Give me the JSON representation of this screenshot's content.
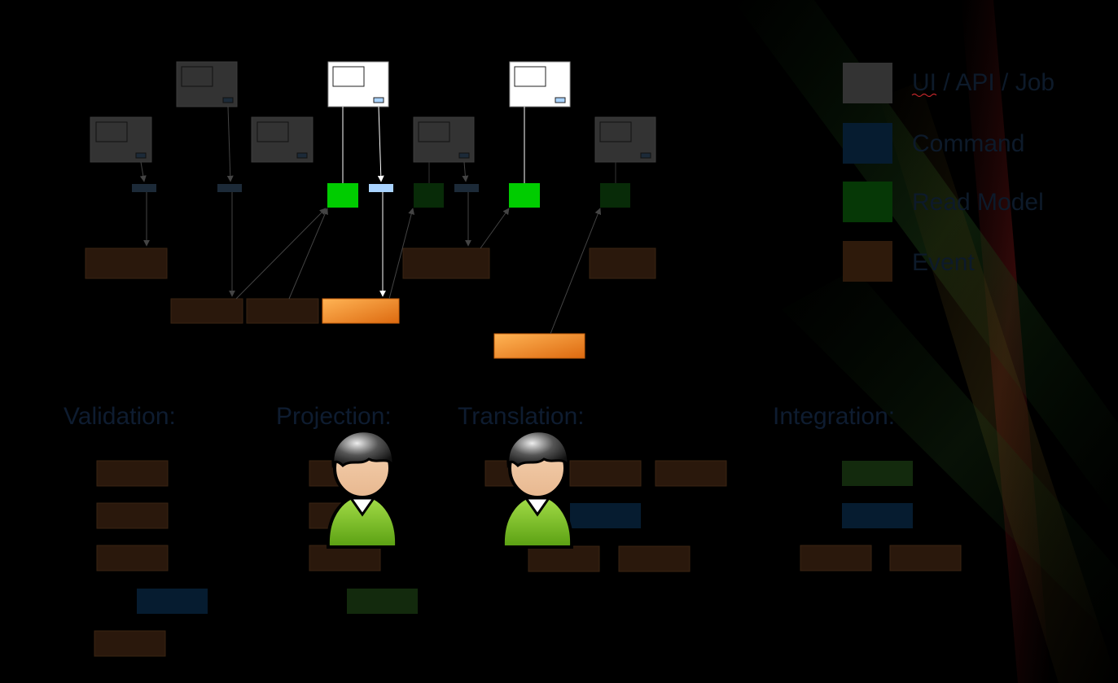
{
  "legend": {
    "items": [
      {
        "label": "UI / API / Job",
        "kind": "ui"
      },
      {
        "label": "Command",
        "kind": "command"
      },
      {
        "label": "Read Model",
        "kind": "readmodel"
      },
      {
        "label": "Event",
        "kind": "event"
      }
    ]
  },
  "sections": [
    {
      "title": "Validation:"
    },
    {
      "title": "Projection:"
    },
    {
      "title": "Translation:"
    },
    {
      "title": "Integration:"
    }
  ],
  "colors": {
    "ui_dark": "#333333",
    "ui_highlight": "#ffffff",
    "command_dark": "#1c2a38",
    "command_highlight": "#a9d3ff",
    "readmodel_dark": "#082b08",
    "readmodel_highlight": "#00cc00",
    "event_dark": "#2a180c",
    "event_highlight": "#f59a2b",
    "legend_command": "#061c30",
    "legend_readmodel": "#063806",
    "legend_event": "#2e1a0b"
  }
}
